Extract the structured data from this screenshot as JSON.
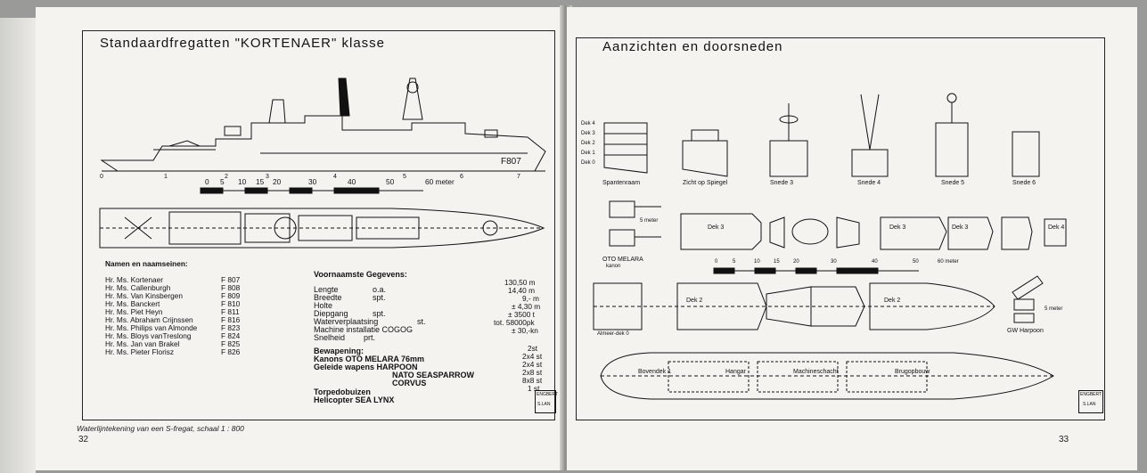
{
  "left_page": {
    "title": "Standaardfregatten \"KORTENAER\" klasse",
    "scale_labels": [
      "0",
      "5",
      "10",
      "15",
      "20",
      "30",
      "40",
      "50",
      "60 meter"
    ],
    "hull_marks": [
      "0",
      "1",
      "2",
      "3",
      "4",
      "5",
      "6",
      "7"
    ],
    "hull_number": "F807",
    "names_heading": "Namen en naamseinen:",
    "ships": [
      {
        "name": "Hr. Ms. Kortenaer",
        "code": "F 807"
      },
      {
        "name": "Hr. Ms. Callenburgh",
        "code": "F 808"
      },
      {
        "name": "Hr. Ms. Van Kinsbergen",
        "code": "F 809"
      },
      {
        "name": "Hr. Ms. Banckert",
        "code": "F 810"
      },
      {
        "name": "Hr. Ms. Piet Heyn",
        "code": "F 811"
      },
      {
        "name": "Hr. Ms. Abraham Crijnssen",
        "code": "F 816"
      },
      {
        "name": "Hr. Ms. Philips van Almonde",
        "code": "F 823"
      },
      {
        "name": "Hr. Ms. Bloys vanTreslong",
        "code": "F 824"
      },
      {
        "name": "Hr. Ms. Jan van Brakel",
        "code": "F 825"
      },
      {
        "name": "Hr. Ms. Pieter Florisz",
        "code": "F 826"
      }
    ],
    "specs_heading": "Voornaamste Gegevens:",
    "specs": [
      {
        "label": "Lengte",
        "qual": "o.a.",
        "value": "130,50 m"
      },
      {
        "label": "Breedte",
        "qual": "spt.",
        "value": "14,40 m"
      },
      {
        "label": "Holte",
        "qual": "",
        "value": "9,- m"
      },
      {
        "label": "Diepgang",
        "qual": "spt.",
        "value": "± 4,30 m"
      },
      {
        "label": "Waterverplaatsing",
        "qual": "st.",
        "value": "± 3500 t"
      },
      {
        "label": "Machine installatie COGOG",
        "qual": "",
        "value": "tot. 58000pk"
      },
      {
        "label": "Snelheid",
        "qual": "prt.",
        "value": "± 30,-kn"
      }
    ],
    "armament_heading": "Bewapening:",
    "armament": [
      {
        "label": "Kanons OTO MELARA 76mm",
        "value": "2st"
      },
      {
        "label": "Geleide wapens HARPOON",
        "value": "2x4 st"
      },
      {
        "label": "NATO SEASPARROW",
        "value": "2x4 st"
      },
      {
        "label": "CORVUS",
        "value": "2x8 st"
      },
      {
        "label": "Torpedobuizen",
        "value": "8x8 st"
      },
      {
        "label": "Helicopter SEA LYNX",
        "value": "1 st"
      }
    ],
    "stamp": [
      "ENGBERT",
      "S.LAN"
    ],
    "caption": "Waterlijntekening van een S-fregat, schaal 1 : 800",
    "page_number": "32"
  },
  "right_page": {
    "title": "Aanzichten en doorsneden",
    "decks": [
      "Dek 4",
      "Dek 3",
      "Dek 2",
      "Dek 1",
      "Dek 0"
    ],
    "section_labels": [
      "Spantenraam",
      "Zicht op Spiegel",
      "Snede 3",
      "Snede 4",
      "Snede 5",
      "Snede 6"
    ],
    "plan_labels": [
      "Dek 3",
      "Dek 3",
      "Dek 3",
      "Dek 4",
      "Dek 2",
      "Dek 2",
      "Almeer-dek 0"
    ],
    "gun_label": "OTO MELARA",
    "gun_sub": "kanon",
    "gun_scale": "5 meter",
    "harpoon_scale": "5 meter",
    "harpoon_label": "GW Harpoon",
    "scale_labels": [
      "0",
      "5",
      "10",
      "15",
      "20",
      "30",
      "40",
      "50",
      "60 meter"
    ],
    "profile_labels": [
      "Bovendek 1",
      "Hangar",
      "Machineschacht",
      "Brugopbouw"
    ],
    "stamp": [
      "ENGBERT",
      "S.LAN"
    ],
    "page_number": "33"
  }
}
